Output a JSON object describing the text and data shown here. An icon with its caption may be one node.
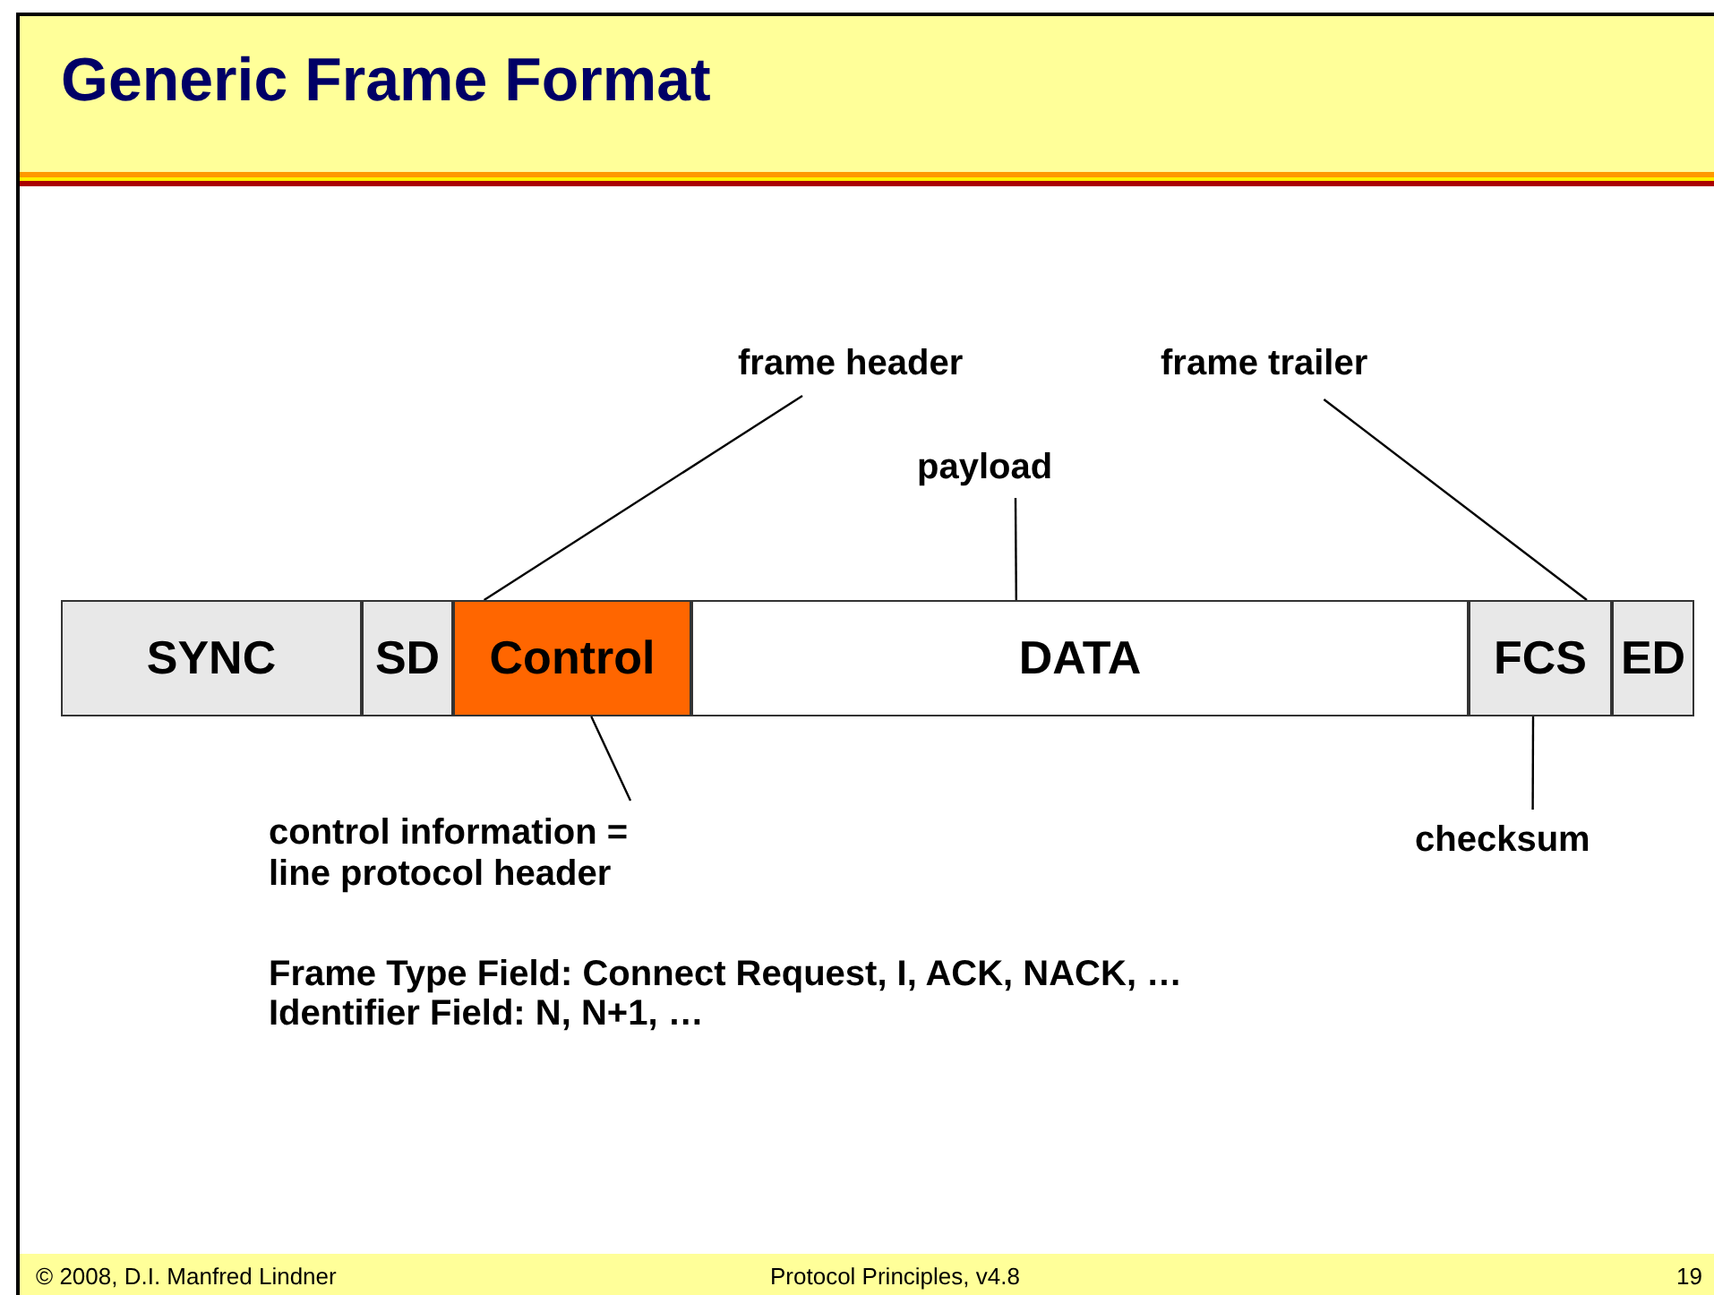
{
  "diagram": {
    "title": "Generic Frame Format",
    "nodes": [
      {
        "text": [
          "SYNC"
        ]
      },
      {
        "text": [
          "SD"
        ]
      },
      {
        "text": [
          "Control"
        ]
      },
      {
        "text": [
          "DATA"
        ]
      },
      {
        "text": [
          "FCS"
        ]
      },
      {
        "text": [
          "ED"
        ]
      },
      {
        "text": [
          "frame header"
        ]
      },
      {
        "text": [
          "payload"
        ]
      },
      {
        "text": [
          "frame trailer"
        ]
      },
      {
        "text": [
          "control information = line protocol header"
        ]
      },
      {
        "text": [
          "checksum"
        ]
      }
    ],
    "edges": [
      {
        "from": 6,
        "to": 2,
        "arrow": "none"
      },
      {
        "from": 7,
        "to": 3,
        "arrow": "none"
      },
      {
        "from": 8,
        "to": 4,
        "arrow": "none"
      },
      {
        "from": 9,
        "to": 2,
        "arrow": "none"
      },
      {
        "from": 10,
        "to": 4,
        "arrow": "none"
      }
    ],
    "labels": [
      "Frame Type Field: Connect Request, I, ACK, NACK, …",
      "Identifier Field: N, N+1, …",
      "© 2008, D.I. Manfred Lindner",
      "Protocol Principles, v4.8",
      "19"
    ]
  }
}
